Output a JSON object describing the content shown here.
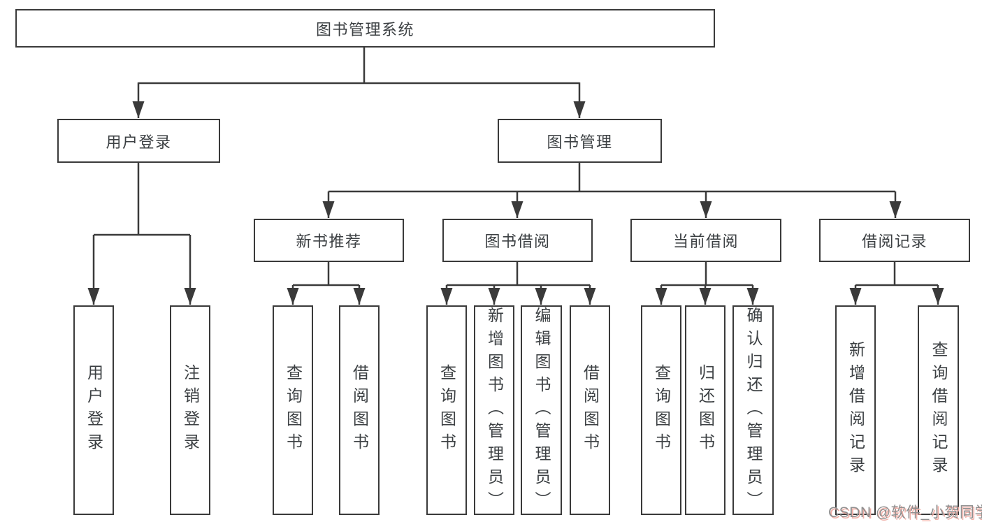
{
  "tree": {
    "label": "图书管理系统",
    "children": [
      {
        "label": "用户登录",
        "children": [
          {
            "label": "用户登录"
          },
          {
            "label": "注销登录"
          }
        ]
      },
      {
        "label": "图书管理",
        "children": [
          {
            "label": "新书推荐",
            "children": [
              {
                "label": "查询图书"
              },
              {
                "label": "借阅图书"
              }
            ]
          },
          {
            "label": "图书借阅",
            "children": [
              {
                "label": "查询图书"
              },
              {
                "label": "新增图书（管理员）"
              },
              {
                "label": "编辑图书（管理员）"
              },
              {
                "label": "借阅图书"
              }
            ]
          },
          {
            "label": "当前借阅",
            "children": [
              {
                "label": "查询图书"
              },
              {
                "label": "归还图书"
              },
              {
                "label": "确认归还（管理员）"
              }
            ]
          },
          {
            "label": "借阅记录",
            "children": [
              {
                "label": "新增借阅记录"
              },
              {
                "label": "查询借阅记录"
              }
            ]
          }
        ]
      }
    ]
  },
  "watermark": "CSDN @软件_小贺同学",
  "colors": {
    "line": "#3a3a3a",
    "box_border": "#3a3a3a",
    "box_fill": "#ffffff",
    "text": "#3c4043",
    "background": "#ffffff",
    "watermark_text": "#8f8f8f",
    "watermark_shadow": "#f0b0a8"
  }
}
